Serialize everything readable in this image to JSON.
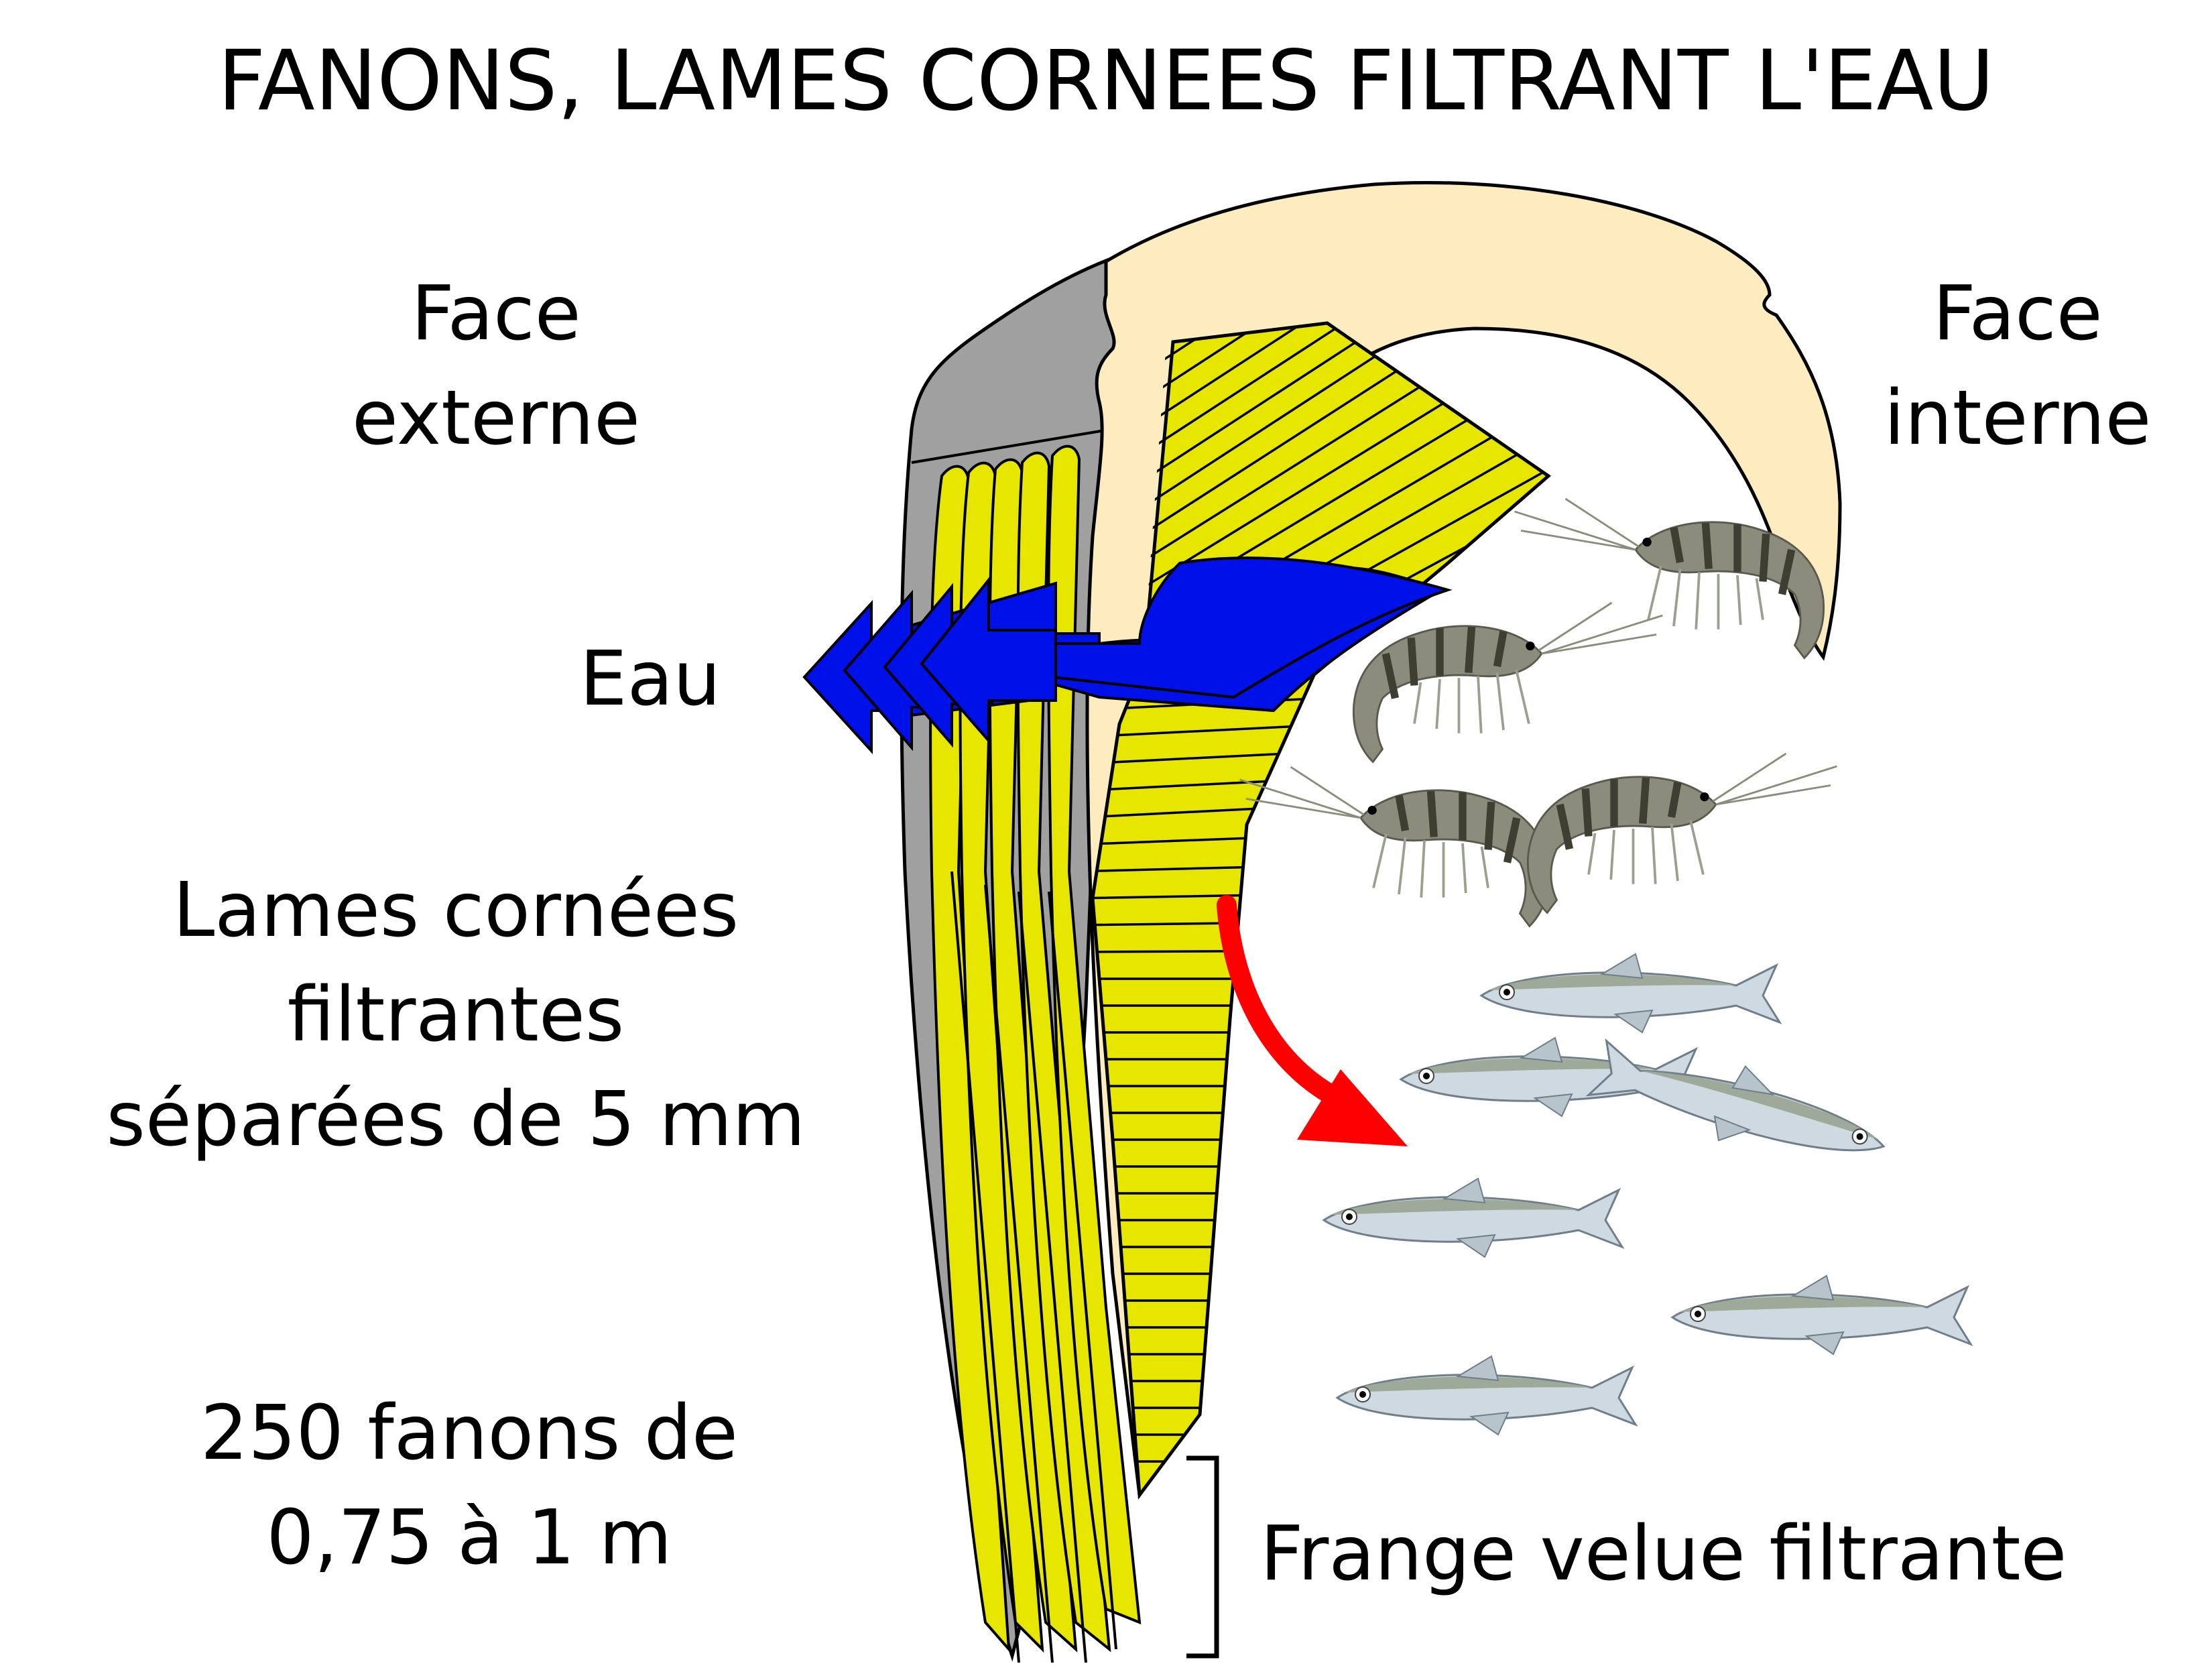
{
  "title": "FANONS, LAMES CORNEES FILTRANT L'EAU",
  "labels": {
    "face_externe": [
      "Face",
      "externe"
    ],
    "face_interne": [
      "Face",
      "interne"
    ],
    "eau": "Eau",
    "lames": [
      "Lames cornées",
      "filtrantes",
      "séparées de 5 mm"
    ],
    "fanons": [
      "250 fanons de",
      "0,75 à 1 m"
    ],
    "frange": "Frange velue filtrante"
  },
  "colors": {
    "gum": "#fcecbf",
    "baleen_gray": "#a0a0a0",
    "baleen_yellow": "#e6e600",
    "water_arrow": "#0010e8",
    "food_arrow": "#ff0000",
    "outline": "#000000",
    "fish_body": "#cdd8e0",
    "fish_back": "#9aa8a0",
    "shrimp_body": "#8a8a7a"
  }
}
